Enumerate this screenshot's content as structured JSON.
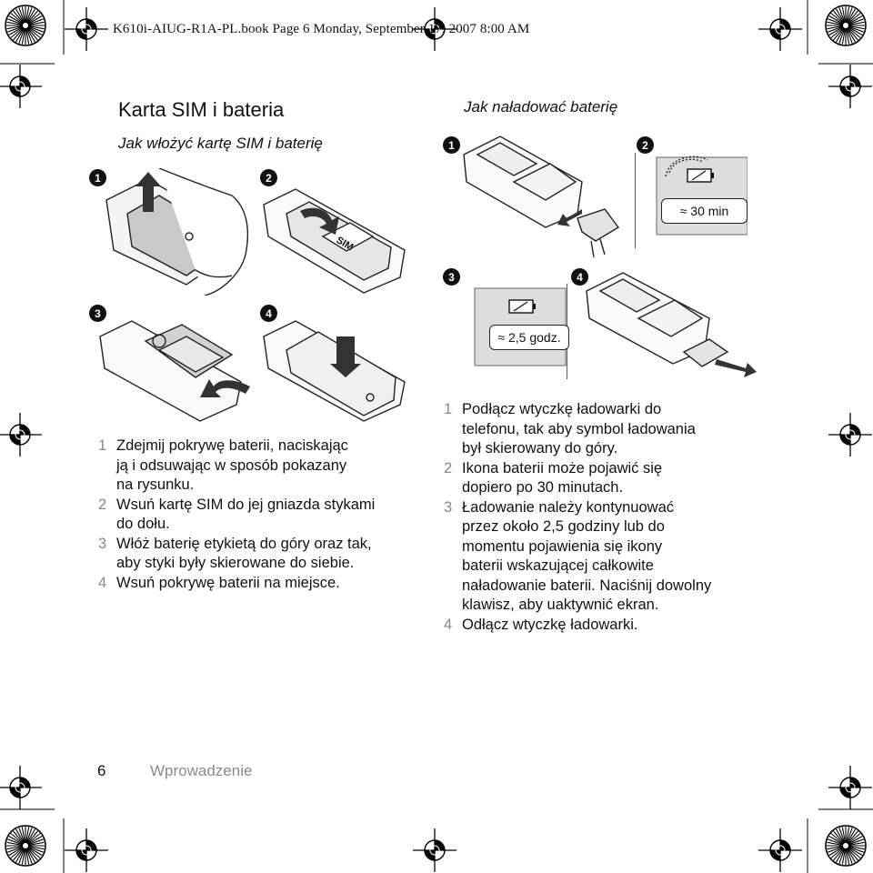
{
  "book_header": "K610i-AIUG-R1A-PL.book  Page 6  Monday, September 17, 2007  8:00 AM",
  "left": {
    "title": "Karta SIM i bateria",
    "subtitle": "Jak włożyć kartę SIM i baterię",
    "badges": [
      "1",
      "2",
      "3",
      "4"
    ],
    "sim_text": "SIM",
    "steps": [
      {
        "num": "1",
        "lines": [
          "Zdejmij pokrywę baterii, naciskając",
          "ją i odsuwając w sposób pokazany",
          "na rysunku."
        ]
      },
      {
        "num": "2",
        "lines": [
          "Wsuń kartę SIM do jej gniazda stykami",
          "do dołu."
        ]
      },
      {
        "num": "3",
        "lines": [
          "Włóż baterię etykietą do góry oraz tak,",
          "aby styki były skierowane do siebie."
        ]
      },
      {
        "num": "4",
        "lines": [
          "Wsuń pokrywę baterii na miejsce."
        ]
      }
    ]
  },
  "right": {
    "title": "Jak naładować baterię",
    "badges": [
      "1",
      "2",
      "3",
      "4"
    ],
    "time_30": "≈ 30 min",
    "time_25": "≈ 2,5 godz.",
    "steps": [
      {
        "num": "1",
        "lines": [
          "Podłącz wtyczkę ładowarki do",
          "telefonu, tak aby symbol ładowania",
          "był skierowany do góry."
        ]
      },
      {
        "num": "2",
        "lines": [
          "Ikona baterii może pojawić się",
          "dopiero po 30 minutach."
        ]
      },
      {
        "num": "3",
        "lines": [
          "Ładowanie należy kontynuować",
          "przez około 2,5 godziny lub do",
          "momentu pojawienia się ikony",
          "baterii wskazującej całkowite",
          "naładowanie baterii. Naciśnij dowolny",
          "klawisz, aby uaktywnić ekran."
        ]
      },
      {
        "num": "4",
        "lines": [
          "Odłącz wtyczkę ładowarki."
        ]
      }
    ]
  },
  "footer": {
    "page_number": "6",
    "section": "Wprowadzenie"
  }
}
